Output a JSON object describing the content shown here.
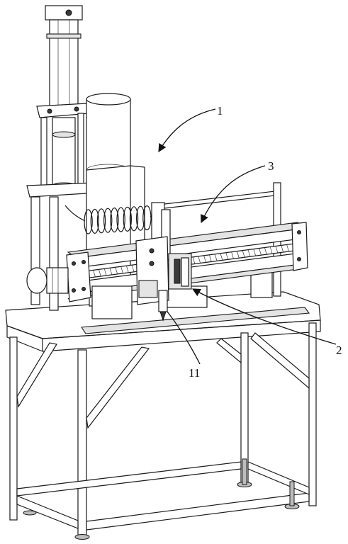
{
  "labels": {
    "l1": "1",
    "l2": "2",
    "l3": "3",
    "l11": "11"
  }
}
